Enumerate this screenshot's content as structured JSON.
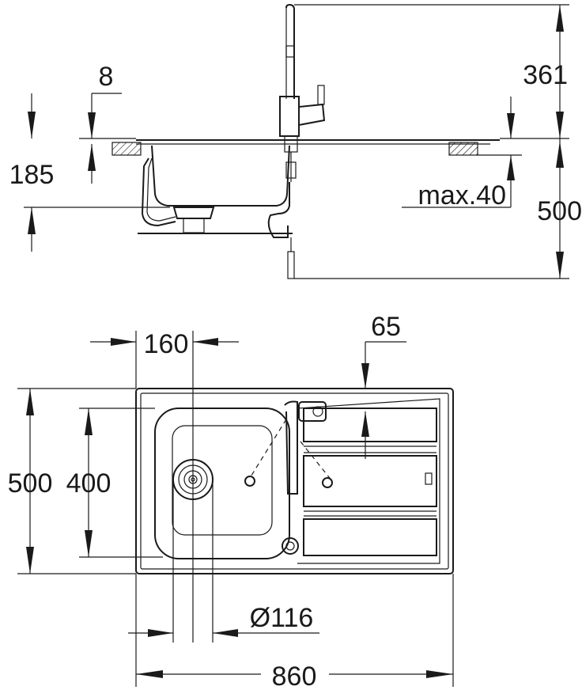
{
  "diagram": {
    "side_view": {
      "dim_tap_height": "361",
      "dim_rim_thickness": "8",
      "dim_bowl_depth": "185",
      "dim_max_worktop": "max.40",
      "dim_under_depth": "500"
    },
    "top_view": {
      "dim_bowl_offset": "160",
      "dim_drainer_offset": "65",
      "dim_overall_depth": "500",
      "dim_bowl_depth": "400",
      "dim_waste_diameter": "Ø116",
      "dim_overall_width": "860"
    }
  }
}
